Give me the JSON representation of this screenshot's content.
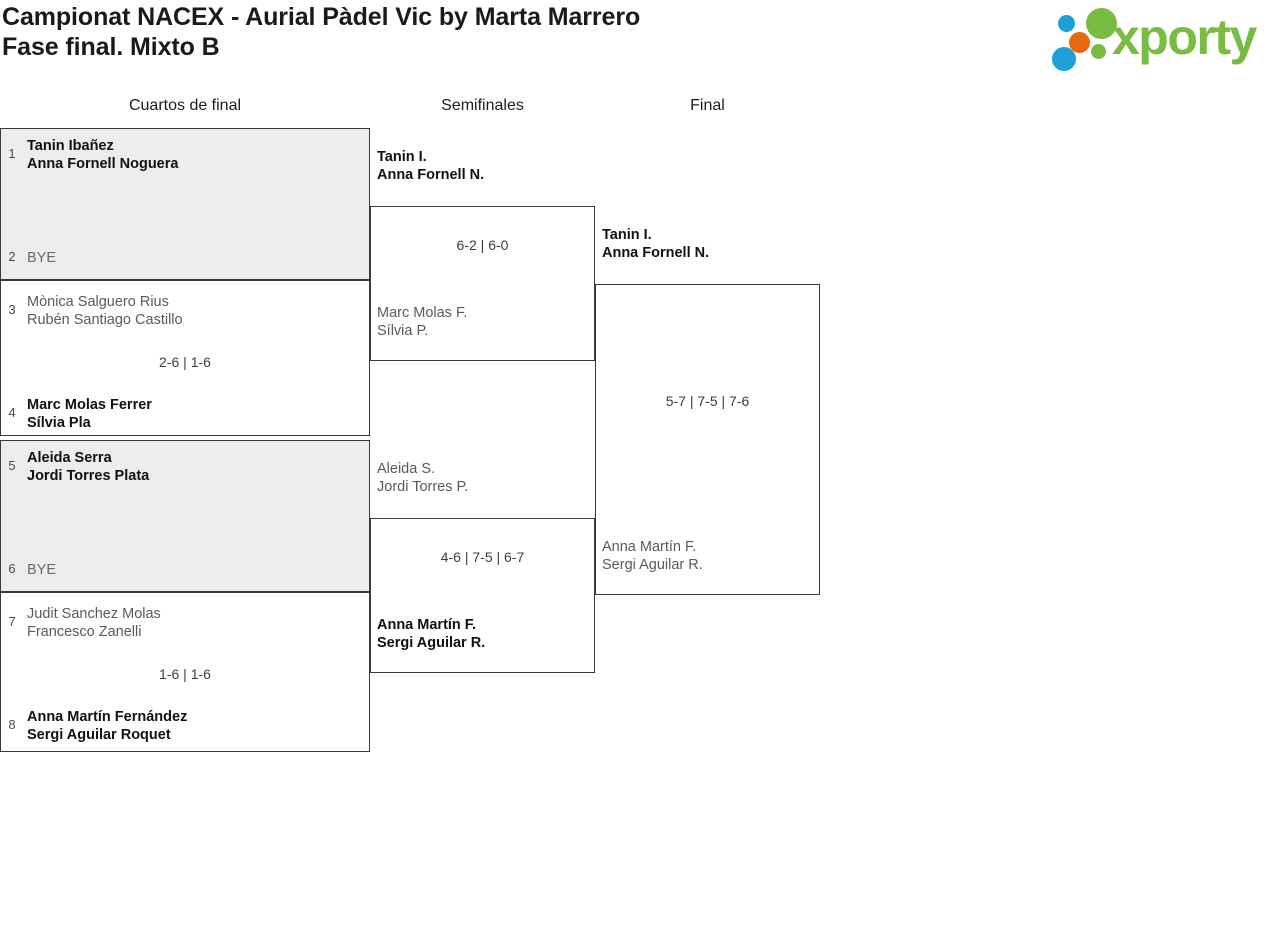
{
  "header": {
    "title_line_1": "Campionat NACEX - Aurial Pàdel Vic by Marta Marrero",
    "title_line_2": "Fase final. Mixto B",
    "logo_text": "xporty",
    "brand_colors": {
      "green": "#79bc43",
      "blue": "#1e9fd8",
      "orange": "#e8690b"
    }
  },
  "rounds": [
    {
      "label": "Cuartos de final"
    },
    {
      "label": "Semifinales"
    },
    {
      "label": "Final"
    }
  ],
  "bracket": {
    "quarterfinals": [
      {
        "shaded": true,
        "top": {
          "seed": "1",
          "line1": "Tanin Ibañez",
          "line2": "Anna Fornell Noguera",
          "winner": true
        },
        "bottom": {
          "seed": "2",
          "bye": "BYE",
          "winner": false
        },
        "score": ""
      },
      {
        "shaded": false,
        "top": {
          "seed": "3",
          "line1": "Mònica Salguero Rius",
          "line2": "Rubén Santiago Castillo",
          "winner": false
        },
        "bottom": {
          "seed": "4",
          "line1": "Marc Molas Ferrer",
          "line2": "Sílvia Pla",
          "winner": true
        },
        "score": "2-6 | 1-6"
      },
      {
        "shaded": true,
        "top": {
          "seed": "5",
          "line1": "Aleida Serra",
          "line2": "Jordi Torres Plata",
          "winner": true
        },
        "bottom": {
          "seed": "6",
          "bye": "BYE",
          "winner": false
        },
        "score": ""
      },
      {
        "shaded": false,
        "top": {
          "seed": "7",
          "line1": "Judit Sanchez Molas",
          "line2": "Francesco Zanelli",
          "winner": false
        },
        "bottom": {
          "seed": "8",
          "line1": "Anna Martín Fernández",
          "line2": "Sergi Aguilar Roquet",
          "winner": true
        },
        "score": "1-6 | 1-6"
      }
    ],
    "semifinals": [
      {
        "top": {
          "line1": "Tanin I.",
          "line2": "Anna Fornell N.",
          "winner": true
        },
        "bottom": {
          "line1": "Marc Molas F.",
          "line2": "Sílvia P.",
          "winner": false
        },
        "score": "6-2 | 6-0"
      },
      {
        "top": {
          "line1": "Aleida S.",
          "line2": "Jordi Torres P.",
          "winner": false
        },
        "bottom": {
          "line1": "Anna Martín F.",
          "line2": "Sergi Aguilar R.",
          "winner": true
        },
        "score": "4-6 | 7-5 | 6-7"
      }
    ],
    "final": [
      {
        "top": {
          "line1": "Tanin I.",
          "line2": "Anna Fornell N.",
          "winner": true
        },
        "bottom": {
          "line1": "Anna Martín F.",
          "line2": "Sergi Aguilar R.",
          "winner": false
        },
        "score": "5-7 | 7-5 | 7-6"
      }
    ]
  }
}
